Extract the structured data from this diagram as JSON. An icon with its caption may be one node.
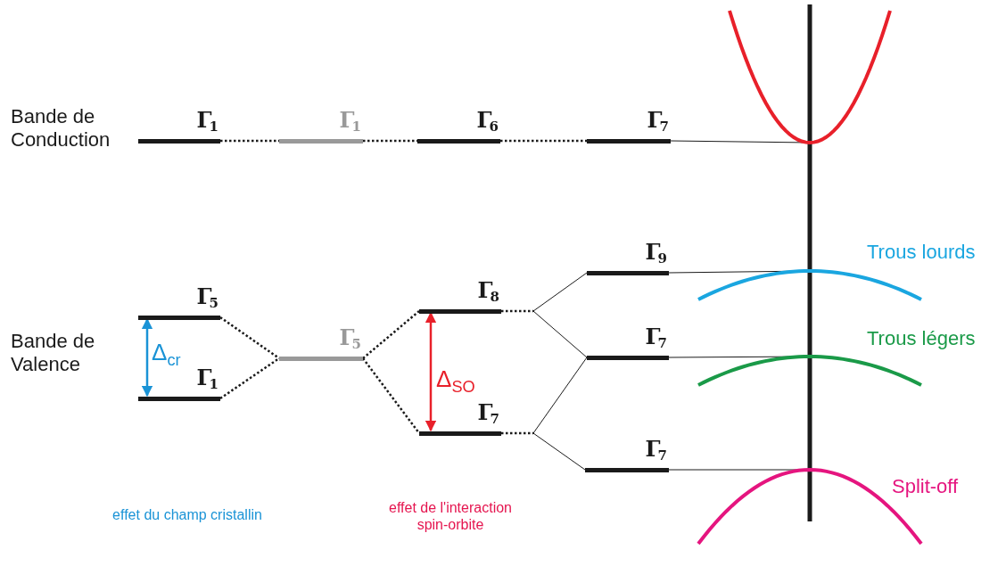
{
  "diagram": {
    "nodes": [
      {
        "text": [
          "Γ$_{1}$"
        ]
      },
      {
        "text": [
          "Γ$_{1}$"
        ]
      },
      {
        "text": [
          "Γ$_{6}$"
        ]
      },
      {
        "text": [
          "Γ$_{7}$"
        ]
      },
      {
        "text": [],
        "shape": "curve"
      },
      {
        "text": [
          "Γ$_{5}$"
        ]
      },
      {
        "text": [
          "Γ$_{1}$"
        ]
      },
      {
        "text": [
          "Γ$_{5}$"
        ]
      },
      {
        "text": [
          "Γ$_{8}$"
        ]
      },
      {
        "text": [
          "Γ$_{7}$"
        ]
      },
      {
        "text": [
          "Γ$_{9}$"
        ]
      },
      {
        "text": [
          "Γ$_{7}$"
        ]
      },
      {
        "text": [
          "Γ$_{7}$"
        ]
      },
      {
        "text": [],
        "shape": "curve",
        "beside": [
          "Trous lourds"
        ]
      },
      {
        "text": [],
        "shape": "curve",
        "beside": [
          "Trous légers"
        ]
      },
      {
        "text": [],
        "shape": "curve",
        "beside": [
          "Split-off"
        ]
      },
      {
        "text": [],
        "shape": "point"
      },
      {
        "text": [],
        "shape": "point"
      }
    ],
    "edges": [
      {
        "from": 0,
        "to": 1,
        "arrow": "none",
        "style": "dashed"
      },
      {
        "from": 1,
        "to": 2,
        "arrow": "none",
        "style": "dashed"
      },
      {
        "from": 2,
        "to": 3,
        "arrow": "none",
        "style": "dashed"
      },
      {
        "from": 3,
        "to": 4,
        "arrow": "none"
      },
      {
        "from": 5,
        "to": 7,
        "arrow": "none",
        "style": "dashed"
      },
      {
        "from": 6,
        "to": 7,
        "arrow": "none",
        "style": "dashed"
      },
      {
        "from": 7,
        "to": 8,
        "arrow": "none",
        "style": "dashed"
      },
      {
        "from": 7,
        "to": 9,
        "arrow": "none",
        "style": "dashed"
      },
      {
        "from": 8,
        "to": 16,
        "arrow": "none",
        "style": "dashed"
      },
      {
        "from": 16,
        "to": 10,
        "arrow": "none"
      },
      {
        "from": 16,
        "to": 11,
        "arrow": "none"
      },
      {
        "from": 9,
        "to": 17,
        "arrow": "none",
        "style": "dashed"
      },
      {
        "from": 17,
        "to": 11,
        "arrow": "none"
      },
      {
        "from": 17,
        "to": 12,
        "arrow": "none"
      },
      {
        "from": 10,
        "to": 13,
        "arrow": "none"
      },
      {
        "from": 11,
        "to": 14,
        "arrow": "none"
      },
      {
        "from": 12,
        "to": 15,
        "arrow": "none"
      },
      {
        "from": 5,
        "to": 6,
        "arrow": "both",
        "label": "Δ$_{cr}$",
        "color": "#1a93d6"
      },
      {
        "from": 8,
        "to": 9,
        "arrow": "both",
        "label": "Δ$_{SO}$",
        "color": "#e8202a"
      }
    ],
    "labels": [
      "Bande de Conduction",
      "Bande de Valence",
      "effet du champ cristallin",
      "effet de l'interaction spin-orbite"
    ]
  }
}
